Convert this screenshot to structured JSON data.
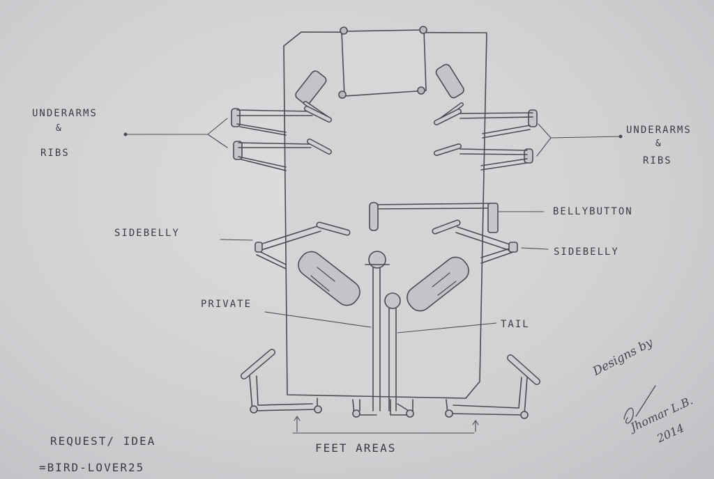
{
  "labels": {
    "underarms_left_1": "UNDERARMS",
    "underarms_left_amp": "&",
    "underarms_left_2": "RIBS",
    "underarms_right_1": "UNDERARMS",
    "underarms_right_amp": "&",
    "underarms_right_2": "RIBS",
    "bellybutton": "BELLYBUTTON",
    "sidebelly_left": "SIDEBELLY",
    "sidebelly_right": "SIDEBELLY",
    "private": "PRIVATE",
    "tail": "TAIL",
    "feet": "FEET AREAS"
  },
  "credits": {
    "request_1": "REQUEST/ IDEA",
    "request_2": "=BIRD-LOVER25",
    "designs_by": "Designs by",
    "name": "Jhomar L.B.",
    "year": "2014"
  },
  "colors": {
    "paper": "#d4d5d7",
    "pencil": "#4a4b50"
  }
}
